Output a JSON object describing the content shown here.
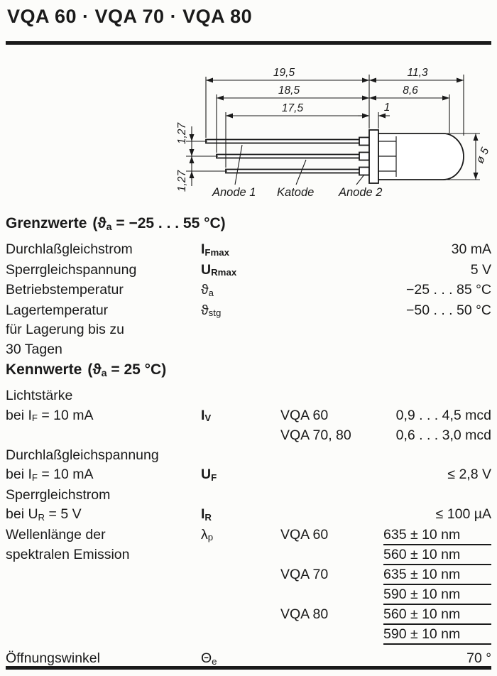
{
  "page": {
    "title": "VQA 60 · VQA 70 · VQA 80"
  },
  "drawing": {
    "dim_19_5": "19,5",
    "dim_11_3": "11,3",
    "dim_18_5": "18,5",
    "dim_8_6": "8,6",
    "dim_17_5": "17,5",
    "dim_1": "1",
    "dim_1_27_top": "1,27",
    "dim_1_27_bottom": "1,27",
    "dim_diameter": "ø 5",
    "label_anode1": "Anode 1",
    "label_katode": "Katode",
    "label_anode2": "Anode 2"
  },
  "grenzwerte": {
    "heading": "Grenzwerte",
    "cond_pre": "(ϑ",
    "cond_sub": "a",
    "cond_post": " = −25 . . . 55 °C)",
    "rows": {
      "durchlassgleichstrom": {
        "label": "Durchlaßgleichstrom",
        "sym_base": "I",
        "sym_sub": "Fmax",
        "value": "30 mA"
      },
      "sperrgleichspannung": {
        "label": "Sperrgleichspannung",
        "sym_base": "U",
        "sym_sub": "Rmax",
        "value": "5 V"
      },
      "betriebstemperatur": {
        "label": "Betriebstemperatur",
        "sym_base": "ϑ",
        "sym_sub": "a",
        "value": "−25 . . . 85 °C"
      },
      "lagertemperatur": {
        "label_line1": "Lagertemperatur",
        "label_line2": "für Lagerung bis zu",
        "label_line3": "30 Tagen",
        "sym_base": "ϑ",
        "sym_sub": "stg",
        "value": "−50 . . . 50 °C"
      }
    }
  },
  "kennwerte": {
    "heading": "Kennwerte",
    "cond_pre": "(ϑ",
    "cond_sub": "a",
    "cond_post": " = 25 °C)",
    "lichtstaerke": {
      "label_line1": "Lichtstärke",
      "label2_pre": "bei I",
      "label2_sub": "F",
      "label2_post": " = 10 mA",
      "sym_base": "I",
      "sym_sub": "V",
      "rows": [
        {
          "variant": "VQA 60",
          "value": "0,9 . . . 4,5 mcd"
        },
        {
          "variant": "VQA 70, 80",
          "value": "0,6 . . . 3,0 mcd"
        }
      ]
    },
    "durchlassgleichspannung": {
      "label_line1": "Durchlaßgleichspannung",
      "label2_pre": "bei I",
      "label2_sub": "F",
      "label2_post": " = 10 mA",
      "sym_base": "U",
      "sym_sub": "F",
      "value": "≤ 2,8 V"
    },
    "sperrgleichstrom": {
      "label_line1": "Sperrgleichstrom",
      "label2_pre": "bei U",
      "label2_sub": "R",
      "label2_post": " = 5 V",
      "sym_base": "I",
      "sym_sub": "R",
      "value": "≤ 100 µA"
    },
    "wellenlaenge": {
      "label_line1": "Wellenlänge der",
      "label_line2": "spektralen Emission",
      "sym_base": "λ",
      "sym_sub": "p",
      "entries": [
        {
          "variant": "VQA 60",
          "value_top": "635 ± 10 nm",
          "value_bottom": "560 ± 10 nm"
        },
        {
          "variant": "VQA 70",
          "value_top": "635 ± 10 nm",
          "value_bottom": "590 ± 10 nm"
        },
        {
          "variant": "VQA 80",
          "value_top": "560 ± 10 nm",
          "value_bottom": "590 ± 10 nm"
        }
      ]
    },
    "oeffnungswinkel": {
      "label": "Öffnungswinkel",
      "sym_base": "Θ",
      "sym_sub": "e",
      "value": "70 °"
    }
  }
}
